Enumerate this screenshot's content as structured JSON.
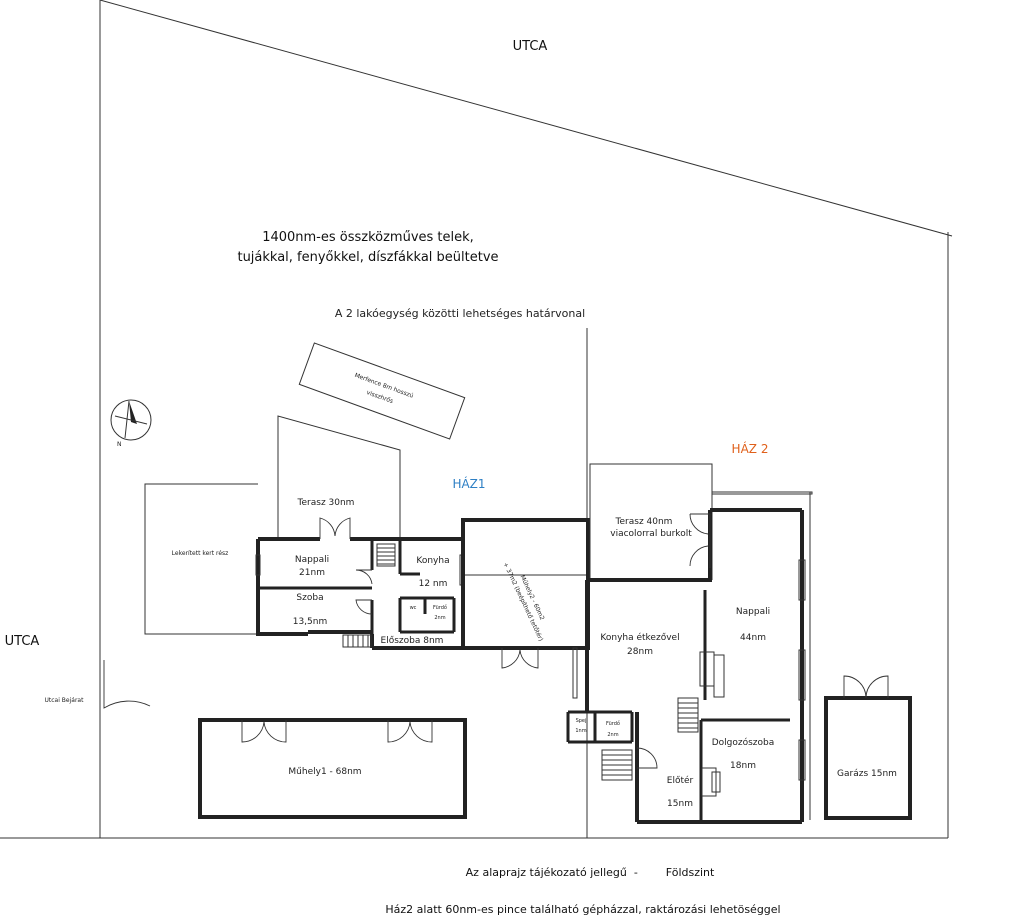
{
  "labels": {
    "street_top": "UTCA",
    "street_left": "UTCA",
    "plot_line1": "1400nm-es összközműves telek,",
    "plot_line2": "tujákkal, fenyőkkel, díszfákkal beültetve",
    "boundary": "A 2 lakóegység közötti lehetséges határvonal",
    "fence_line1": "Merfence 8m hosszú",
    "fence_line2": "visszhrős",
    "house1": "HÁZ1",
    "house2": "HÁZ 2",
    "garden": "Lekerített kert rész",
    "street_entrance": "Utcai Bejárat",
    "footer_line1": "Az alaprajz tájékozató jellegű  -        Földszint",
    "footer_line2": "Ház2 alatt 60nm-es pince található gépházzal, raktározási lehetöséggel"
  },
  "house1_rooms": {
    "terrace": "Terasz 30nm",
    "living_name": "Nappali",
    "living_area": "21nm",
    "kitchen_name": "Konyha",
    "kitchen_area": "12 nm",
    "room_name": "Szoba",
    "room_area": "13,5nm",
    "wc": "wc",
    "bath_name": "Fürdő",
    "bath_area": "2nm",
    "hall": "Előszoba 8nm",
    "workshop2_line1": "Műhely2 - 60m2",
    "workshop2_line2": "+ 37m2 (beépíthető tetőtér)",
    "workshop1": "Műhely1 -   68nm"
  },
  "house2_rooms": {
    "terrace_line1": "Terasz  40nm",
    "terrace_line2": "viacolorral burkolt",
    "kitchen_line1": "Konyha étkezővel",
    "kitchen_line2": "28nm",
    "living_name": "Nappali",
    "living_area": "44nm",
    "study_name": "Dolgozószoba",
    "study_area": "18nm",
    "hall_name": "Előtér",
    "hall_area": "15nm",
    "storage_line1": "Spej",
    "storage_line2": "1nm",
    "bath_name": "Fürdő",
    "bath_area": "2nm",
    "garage": "Garázs 15nm"
  },
  "icons": {
    "compass": "north-arrow-icon"
  }
}
